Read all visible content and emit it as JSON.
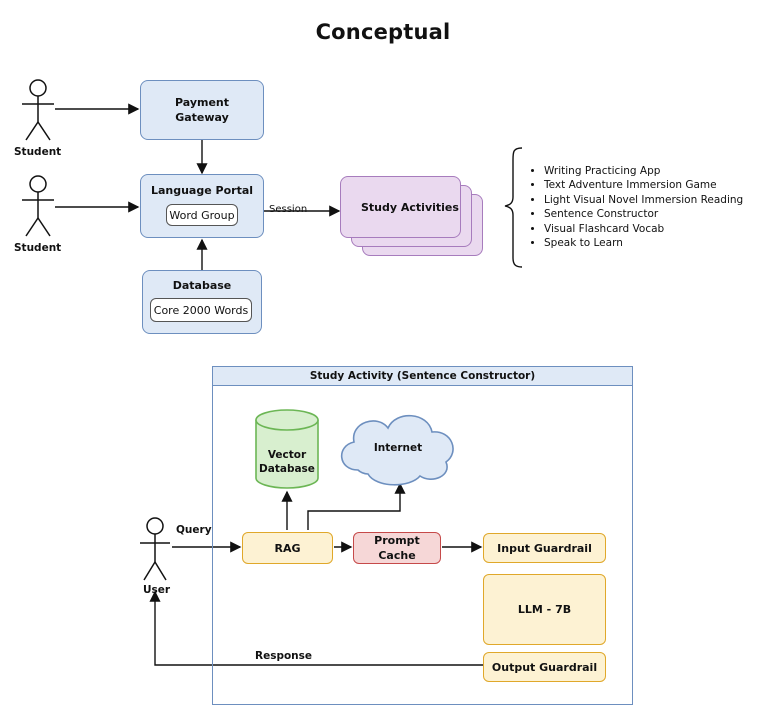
{
  "title": "Conceptual",
  "actors": {
    "student_top": "Student",
    "student_bottom": "Student",
    "user": "User"
  },
  "nodes": {
    "payment_gateway": "Payment Gateway",
    "language_portal": "Language Portal",
    "word_group": "Word Group",
    "database": "Database",
    "core_words": "Core 2000 Words",
    "study_activities": "Study Activities",
    "vector_database": "Vector Database",
    "internet": "Internet",
    "rag": "RAG",
    "prompt_cache": "Prompt Cache",
    "input_guardrail": "Input Guardrail",
    "llm": "LLM - 7B",
    "output_guardrail": "Output Guardrail"
  },
  "edge_labels": {
    "session": "Session",
    "query": "Query",
    "response": "Response"
  },
  "frame_title": "Study Activity (Sentence Constructor)",
  "activities_list": [
    "Writing Practicing App",
    "Text Adventure Immersion Game",
    "Light Visual Novel Immersion Reading",
    "Sentence Constructor",
    "Visual Flashcard Vocab",
    "Speak to Learn"
  ],
  "colors": {
    "blue_fill": "#dfe9f6",
    "blue_stroke": "#6d8fbf",
    "purple_fill": "#ead9ef",
    "purple_stroke": "#a77cbd",
    "yellow_fill": "#fdf2d3",
    "yellow_stroke": "#e0a82a",
    "red_fill": "#f6d7d7",
    "red_stroke": "#c64a4a",
    "green_fill": "#d8efcf",
    "green_stroke": "#6cb655"
  }
}
